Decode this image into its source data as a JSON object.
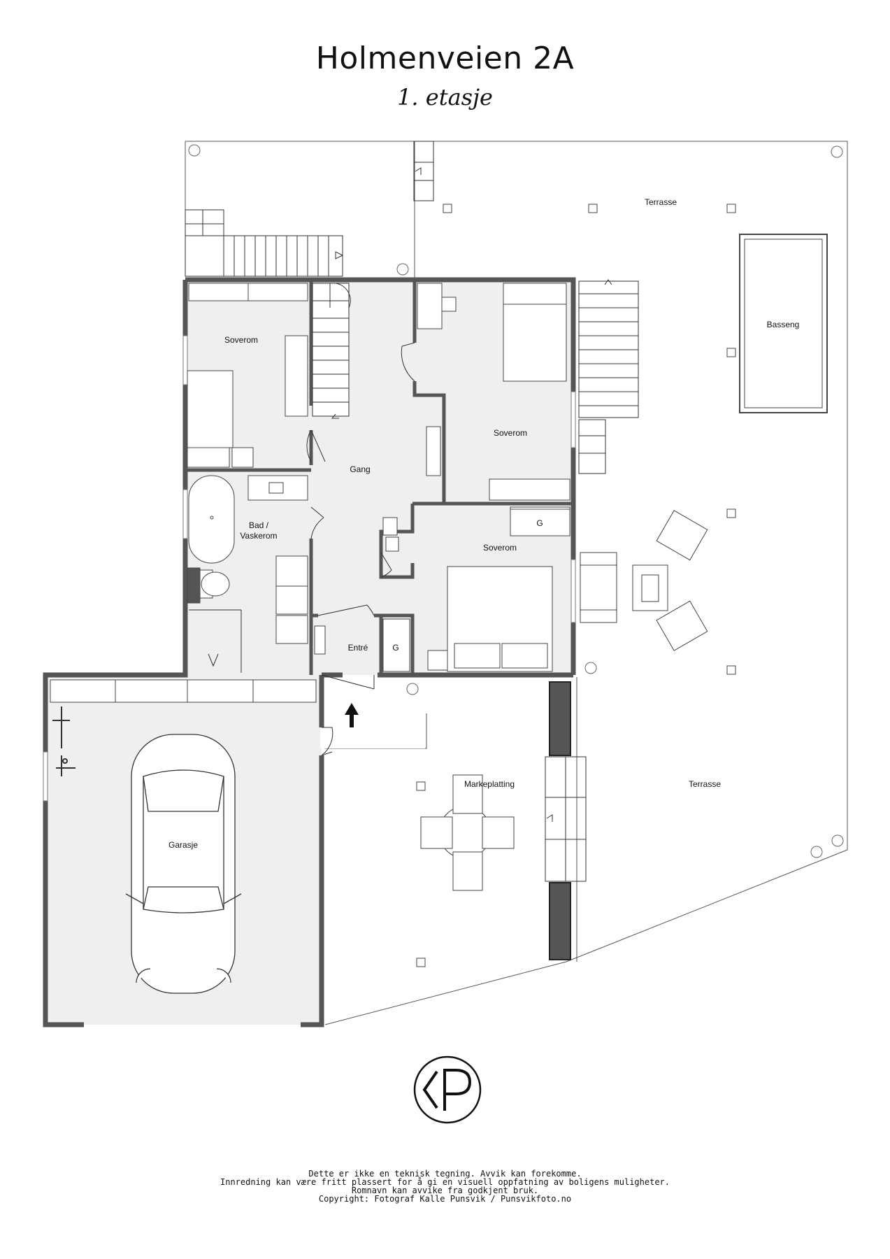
{
  "header": {
    "title": "Holmenveien 2A",
    "subtitle": "1. etasje"
  },
  "rooms": {
    "soverom_nw": "Soverom",
    "soverom_ne": "Soverom",
    "soverom_e": "Soverom",
    "gang": "Gang",
    "bad_line1": "Bad /",
    "bad_line2": "Vaskerom",
    "entre": "Entré",
    "garderobe_entre": "G",
    "garderobe_soverom": "G",
    "garasje": "Garasje",
    "terrasse_n": "Terrasse",
    "basseng": "Basseng",
    "markeplatting": "Markeplatting",
    "terrasse_s": "Terrasse"
  },
  "logo": {
    "text": "KP"
  },
  "disclaimer": {
    "line1": "Dette er ikke en teknisk tegning. Avvik kan forekomme.",
    "line2": "Innredning kan være fritt plassert for å gi en visuell oppfatning av boligens muligheter.",
    "line3": "Romnavn kan avvike fra godkjent bruk.",
    "line4": "Copyright: Fotograf Kalle Punsvik / Punsvikfoto.no"
  }
}
